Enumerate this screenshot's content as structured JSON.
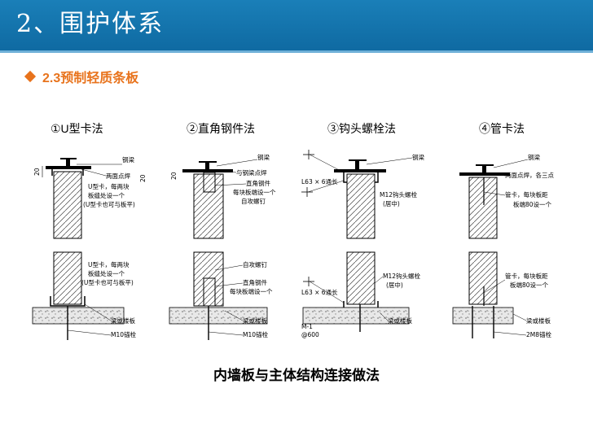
{
  "header": {
    "title": "2、围护体系"
  },
  "section": {
    "subtitle": "2.3预制轻质条板"
  },
  "methods": [
    "①U型卡法",
    "②直角钢件法",
    "③钩头螺栓法",
    "④管卡法"
  ],
  "diagrams": {
    "d1_top": {
      "n1": "20",
      "n2": "20",
      "a": "钢梁",
      "b": "两面点焊",
      "c": "U型卡，每两块",
      "d": "板缝处设一个",
      "e": "(U型卡也可与板平)"
    },
    "d1_bot": {
      "a": "U型卡，每两块",
      "b": "板缝处设一个",
      "c": "(U型卡也可与板平)",
      "d": "梁或楼板",
      "e": "M10锚栓"
    },
    "d2_top": {
      "n1": "20",
      "a": "钢梁",
      "b": "与钢梁点焊",
      "c": "直角钢件",
      "d": "每块板端设一个",
      "e": "自攻螺钉"
    },
    "d2_bot": {
      "a": "自攻螺钉",
      "b": "直角钢件",
      "c": "每块板端设一个",
      "d": "梁或楼板",
      "e": "M10锚栓"
    },
    "d3_top": {
      "a": "钢梁",
      "b": "L63 × 6通长",
      "c": "M12钩头螺栓",
      "d": "(居中)"
    },
    "d3_bot": {
      "a": "M12钩头螺栓",
      "b": "(居中)",
      "c": "L63 × 6通长",
      "d": "梁或楼板",
      "e": "M-1",
      "f": "@600"
    },
    "d4_top": {
      "a": "钢梁",
      "b": "两面点焊，各三点",
      "c": "管卡，每块板距",
      "d": "板端80设一个"
    },
    "d4_bot": {
      "a": "管卡，每块板距",
      "b": "板端80设一个",
      "c": "梁或楼板",
      "d": "2M8锚栓"
    }
  },
  "caption": "内墙板与主体结构连接做法"
}
